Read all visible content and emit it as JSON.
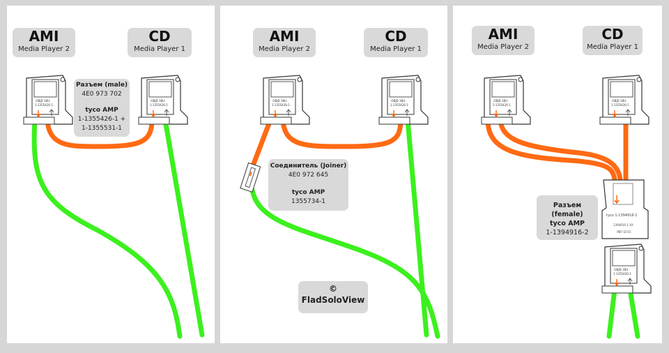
{
  "colors": {
    "orange_cable": "#ff6a13",
    "green_cable": "#3cf01e",
    "label_bg": "#d9d9d9"
  },
  "panels": [
    {
      "ami": {
        "title": "AMI",
        "subtitle": "Media Player 2"
      },
      "cd": {
        "title": "CD",
        "subtitle": "Media Player 1"
      },
      "info": {
        "line1": "Разъем (male)",
        "line2": "4E0 973 702",
        "line3": "tyco AMP",
        "line4": "1-1355426-1 +",
        "line5": "1-1355531-1"
      }
    },
    {
      "ami": {
        "title": "AMI",
        "subtitle": "Media Player 2"
      },
      "cd": {
        "title": "CD",
        "subtitle": "Media Player 1"
      },
      "info": {
        "line1": "Соединитель (Joiner)",
        "line2": "4E0 972 645",
        "line3": "tyco AMP",
        "line4": "1355734-1"
      },
      "copyright": {
        "symbol": "©",
        "text": "FladSoloView"
      }
    },
    {
      "ami": {
        "title": "AMI",
        "subtitle": "Media Player 2"
      },
      "cd": {
        "title": "CD",
        "subtitle": "Media Player 1"
      },
      "info": {
        "line1": "Разъем (female)",
        "line2": "tyco AMP",
        "line3": "1-1394916-2"
      }
    }
  ]
}
